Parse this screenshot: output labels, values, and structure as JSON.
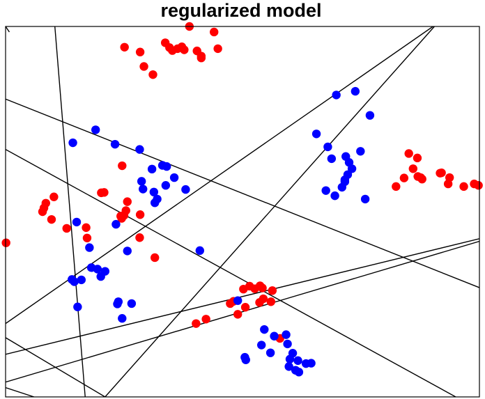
{
  "chart_data": {
    "type": "scatter",
    "title": "regularized model",
    "xlabel": "",
    "ylabel": "",
    "xlim": [
      0,
      1
    ],
    "ylim": [
      0,
      1
    ],
    "grid": false,
    "series": [
      {
        "color": "#ff0000",
        "points": [
          [
            0.251,
            0.944
          ],
          [
            0.284,
            0.931
          ],
          [
            0.311,
            0.87
          ],
          [
            0.292,
            0.892
          ],
          [
            0.337,
            0.956
          ],
          [
            0.346,
            0.943
          ],
          [
            0.352,
            0.935
          ],
          [
            0.363,
            0.94
          ],
          [
            0.372,
            0.945
          ],
          [
            0.377,
            0.937
          ],
          [
            0.388,
            1.0
          ],
          [
            0.413,
            0.915
          ],
          [
            0.44,
            0.985
          ],
          [
            0.448,
            0.94
          ],
          [
            0.404,
            0.934
          ],
          [
            0.413,
            0.92
          ],
          [
            0.246,
            0.624
          ],
          [
            0.202,
            0.551
          ],
          [
            0.208,
            0.552
          ],
          [
            0.257,
            0.527
          ],
          [
            0.25,
            0.49
          ],
          [
            0.245,
            0.482
          ],
          [
            0.243,
            0.488
          ],
          [
            0.254,
            0.503
          ],
          [
            0.284,
            0.492
          ],
          [
            0.17,
            0.457
          ],
          [
            0.129,
            0.455
          ],
          [
            0.097,
            0.479
          ],
          [
            0.102,
            0.54
          ],
          [
            0.085,
            0.523
          ],
          [
            0.081,
            0.51
          ],
          [
            0.078,
            0.5
          ],
          [
            0.172,
            0.429
          ],
          [
            0.001,
            0.416
          ],
          [
            0.283,
            0.43
          ],
          [
            0.315,
            0.376
          ],
          [
            0.502,
            0.291
          ],
          [
            0.515,
            0.299
          ],
          [
            0.537,
            0.3
          ],
          [
            0.542,
            0.294
          ],
          [
            0.526,
            0.292
          ],
          [
            0.544,
            0.265
          ],
          [
            0.563,
            0.287
          ],
          [
            0.536,
            0.255
          ],
          [
            0.56,
            0.257
          ],
          [
            0.481,
            0.258
          ],
          [
            0.474,
            0.252
          ],
          [
            0.506,
            0.242
          ],
          [
            0.49,
            0.223
          ],
          [
            0.423,
            0.21
          ],
          [
            0.402,
            0.198
          ],
          [
            0.579,
            0.158
          ],
          [
            0.851,
            0.657
          ],
          [
            0.869,
            0.645
          ],
          [
            0.86,
            0.616
          ],
          [
            0.87,
            0.595
          ],
          [
            0.879,
            0.588
          ],
          [
            0.876,
            0.592
          ],
          [
            0.841,
            0.591
          ],
          [
            0.824,
            0.568
          ],
          [
            0.917,
            0.604
          ],
          [
            0.92,
            0.605
          ],
          [
            0.937,
            0.592
          ],
          [
            0.934,
            0.575
          ],
          [
            0.967,
            0.568
          ],
          [
            0.989,
            0.575
          ],
          [
            0.998,
            0.571
          ]
        ]
      },
      {
        "color": "#0000ff",
        "points": [
          [
            0.698,
            0.815
          ],
          [
            0.738,
            0.825
          ],
          [
            0.769,
            0.76
          ],
          [
            0.656,
            0.71
          ],
          [
            0.68,
            0.675
          ],
          [
            0.688,
            0.643
          ],
          [
            0.718,
            0.649
          ],
          [
            0.749,
            0.663
          ],
          [
            0.725,
            0.633
          ],
          [
            0.731,
            0.616
          ],
          [
            0.722,
            0.6
          ],
          [
            0.716,
            0.586
          ],
          [
            0.716,
            0.581
          ],
          [
            0.71,
            0.566
          ],
          [
            0.676,
            0.557
          ],
          [
            0.695,
            0.543
          ],
          [
            0.759,
            0.534
          ],
          [
            0.19,
            0.721
          ],
          [
            0.142,
            0.686
          ],
          [
            0.231,
            0.682
          ],
          [
            0.283,
            0.668
          ],
          [
            0.331,
            0.625
          ],
          [
            0.34,
            0.622
          ],
          [
            0.309,
            0.615
          ],
          [
            0.356,
            0.592
          ],
          [
            0.38,
            0.56
          ],
          [
            0.313,
            0.553
          ],
          [
            0.287,
            0.582
          ],
          [
            0.29,
            0.561
          ],
          [
            0.338,
            0.571
          ],
          [
            0.32,
            0.534
          ],
          [
            0.315,
            0.524
          ],
          [
            0.233,
            0.466
          ],
          [
            0.15,
            0.472
          ],
          [
            0.257,
            0.394
          ],
          [
            0.177,
            0.403
          ],
          [
            0.41,
            0.395
          ],
          [
            0.181,
            0.349
          ],
          [
            0.21,
            0.339
          ],
          [
            0.194,
            0.345
          ],
          [
            0.201,
            0.325
          ],
          [
            0.16,
            0.316
          ],
          [
            0.14,
            0.317
          ],
          [
            0.145,
            0.311
          ],
          [
            0.152,
            0.243
          ],
          [
            0.238,
            0.257
          ],
          [
            0.236,
            0.251
          ],
          [
            0.266,
            0.252
          ],
          [
            0.246,
            0.212
          ],
          [
            0.49,
            0.26
          ],
          [
            0.546,
            0.182
          ],
          [
            0.567,
            0.164
          ],
          [
            0.592,
            0.168
          ],
          [
            0.54,
            0.14
          ],
          [
            0.559,
            0.119
          ],
          [
            0.595,
            0.143
          ],
          [
            0.606,
            0.118
          ],
          [
            0.6,
            0.102
          ],
          [
            0.598,
            0.082
          ],
          [
            0.617,
            0.098
          ],
          [
            0.634,
            0.09
          ],
          [
            0.645,
            0.091
          ],
          [
            0.612,
            0.072
          ],
          [
            0.619,
            0.067
          ],
          [
            0.505,
            0.107
          ],
          [
            0.507,
            0.1
          ]
        ]
      }
    ],
    "lines": [
      [
        [
          0.104,
          1.0
        ],
        [
          0.168,
          0.0
        ]
      ],
      [
        [
          0.0,
          0.804
        ],
        [
          1.0,
          0.295
        ]
      ],
      [
        [
          0.0,
          0.668
        ],
        [
          0.95,
          0.0
        ]
      ],
      [
        [
          0.0,
          0.198
        ],
        [
          0.902,
          1.0
        ]
      ],
      [
        [
          0.0,
          0.115
        ],
        [
          1.0,
          0.427
        ]
      ],
      [
        [
          0.0,
          0.04
        ],
        [
          1.0,
          0.42
        ]
      ],
      [
        [
          0.21,
          0.0
        ],
        [
          0.905,
          1.0
        ]
      ],
      [
        [
          0.0,
          0.16
        ],
        [
          0.21,
          0.0
        ]
      ],
      [
        [
          0.0,
          1.0
        ],
        [
          0.008,
          0.985
        ]
      ],
      [
        [
          0.0,
          0.025
        ],
        [
          0.06,
          0.0
        ]
      ]
    ]
  }
}
